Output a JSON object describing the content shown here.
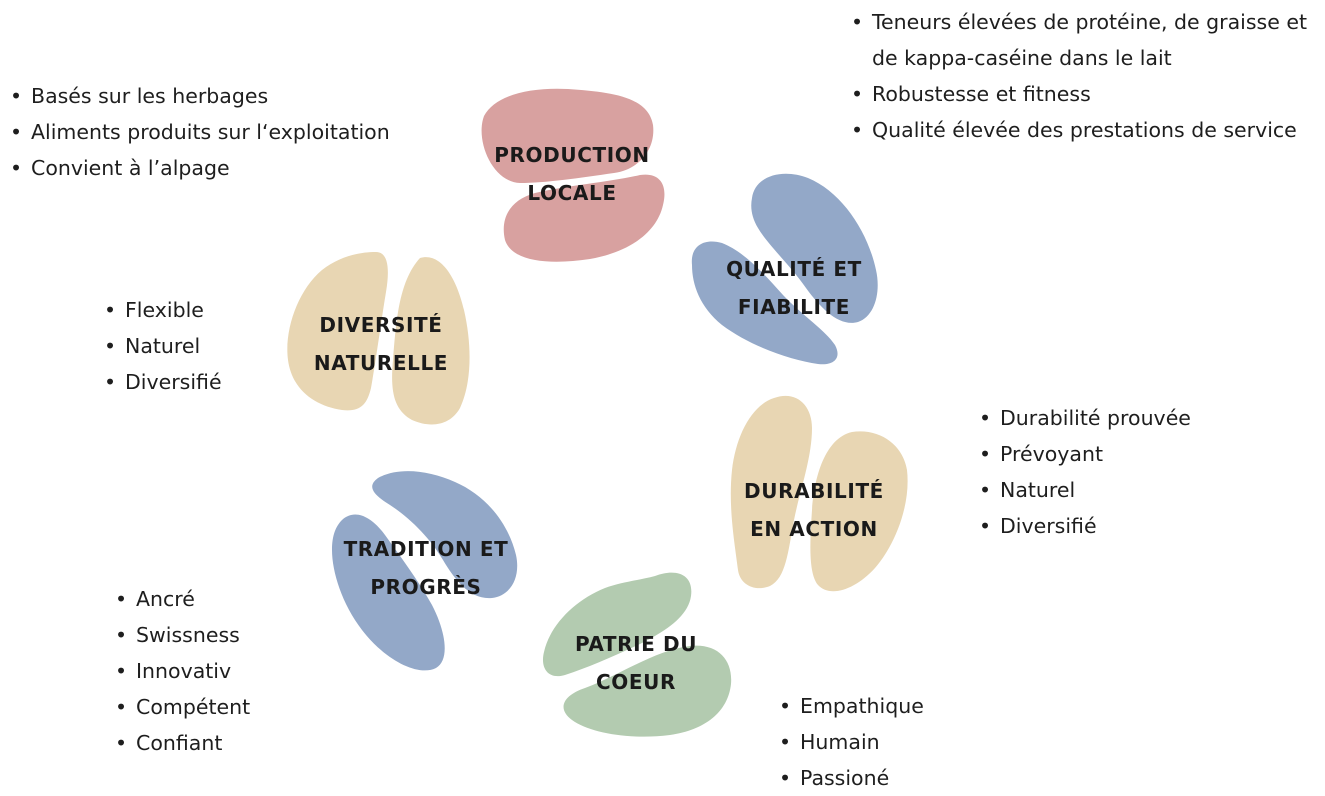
{
  "colors": {
    "production_locale": "#d8a1a0",
    "qualite_fiabilite": "#93a8c8",
    "durabilite_action": "#e8d6b3",
    "patrie_coeur": "#b3cbb0",
    "tradition_progres": "#93a8c8",
    "diversite_naturelle": "#e8d6b3"
  },
  "hooves": [
    {
      "id": "production_locale",
      "line1": "PRODUCTION",
      "line2": "LOCALE"
    },
    {
      "id": "qualite_fiabilite",
      "line1": "QUALITÉ ET",
      "line2": "FIABILITE"
    },
    {
      "id": "durabilite_action",
      "line1": "DURABILITÉ",
      "line2": "EN ACTION"
    },
    {
      "id": "patrie_coeur",
      "line1": "PATRIE DU",
      "line2": "COEUR"
    },
    {
      "id": "tradition_progres",
      "line1": "TRADITION ET",
      "line2": "PROGRÈS"
    },
    {
      "id": "diversite_naturelle",
      "line1": "DIVERSITÉ",
      "line2": "NATURELLE"
    }
  ],
  "lists": {
    "production_locale": [
      "Basés sur les herbages",
      "Aliments produits sur l‘exploitation",
      "Convient à l’alpage"
    ],
    "qualite_fiabilite": [
      "Teneurs élevées de protéine, de graisse et de kappa-caséine dans le lait",
      "Robustesse et fitness",
      "Qualité élevée des prestations de service"
    ],
    "diversite_naturelle": [
      "Flexible",
      "Naturel",
      "Diversifié"
    ],
    "durabilite_action": [
      "Durabilité prouvée",
      "Prévoyant",
      "Naturel",
      "Diversifié"
    ],
    "tradition_progres": [
      "Ancré",
      "Swissness",
      "Innovativ",
      "Compétent",
      "Confiant"
    ],
    "patrie_coeur": [
      "Empathique",
      "Humain",
      "Passioné"
    ]
  }
}
